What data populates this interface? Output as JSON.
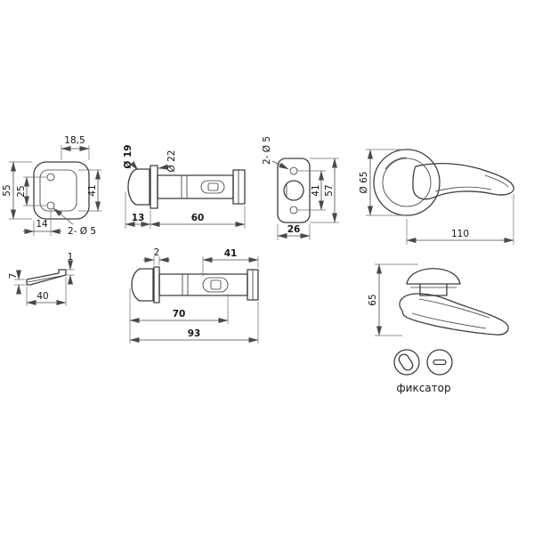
{
  "views": {
    "faceplate": {
      "dim_top": "18,5",
      "dim_height": "55",
      "dim_hole_offset": "25",
      "dim_inner_height": "41",
      "dim_bottom": "14",
      "dim_holes": "2- Ø 5"
    },
    "latch_side": {
      "dim_head_dia": "Ø 19",
      "dim_collar_dia": "Ø 22",
      "dim_head_len": "13",
      "dim_body_len": "60"
    },
    "strike_plate": {
      "dim_holes": "2- Ø 5",
      "dim_hole_spacing": "41",
      "dim_height": "57",
      "dim_width": "26"
    },
    "handle_front": {
      "dim_rose_dia": "Ø 65",
      "dim_length": "110"
    },
    "spring_plate": {
      "dim_lip": "1",
      "dim_thickness": "7",
      "dim_length": "40"
    },
    "latch_plan": {
      "dim_collar": "2",
      "dim_tail": "41",
      "dim_body": "70",
      "dim_total": "93"
    },
    "handle_side": {
      "dim_height": "65"
    },
    "fixator": {
      "caption": "фиксатор"
    }
  }
}
